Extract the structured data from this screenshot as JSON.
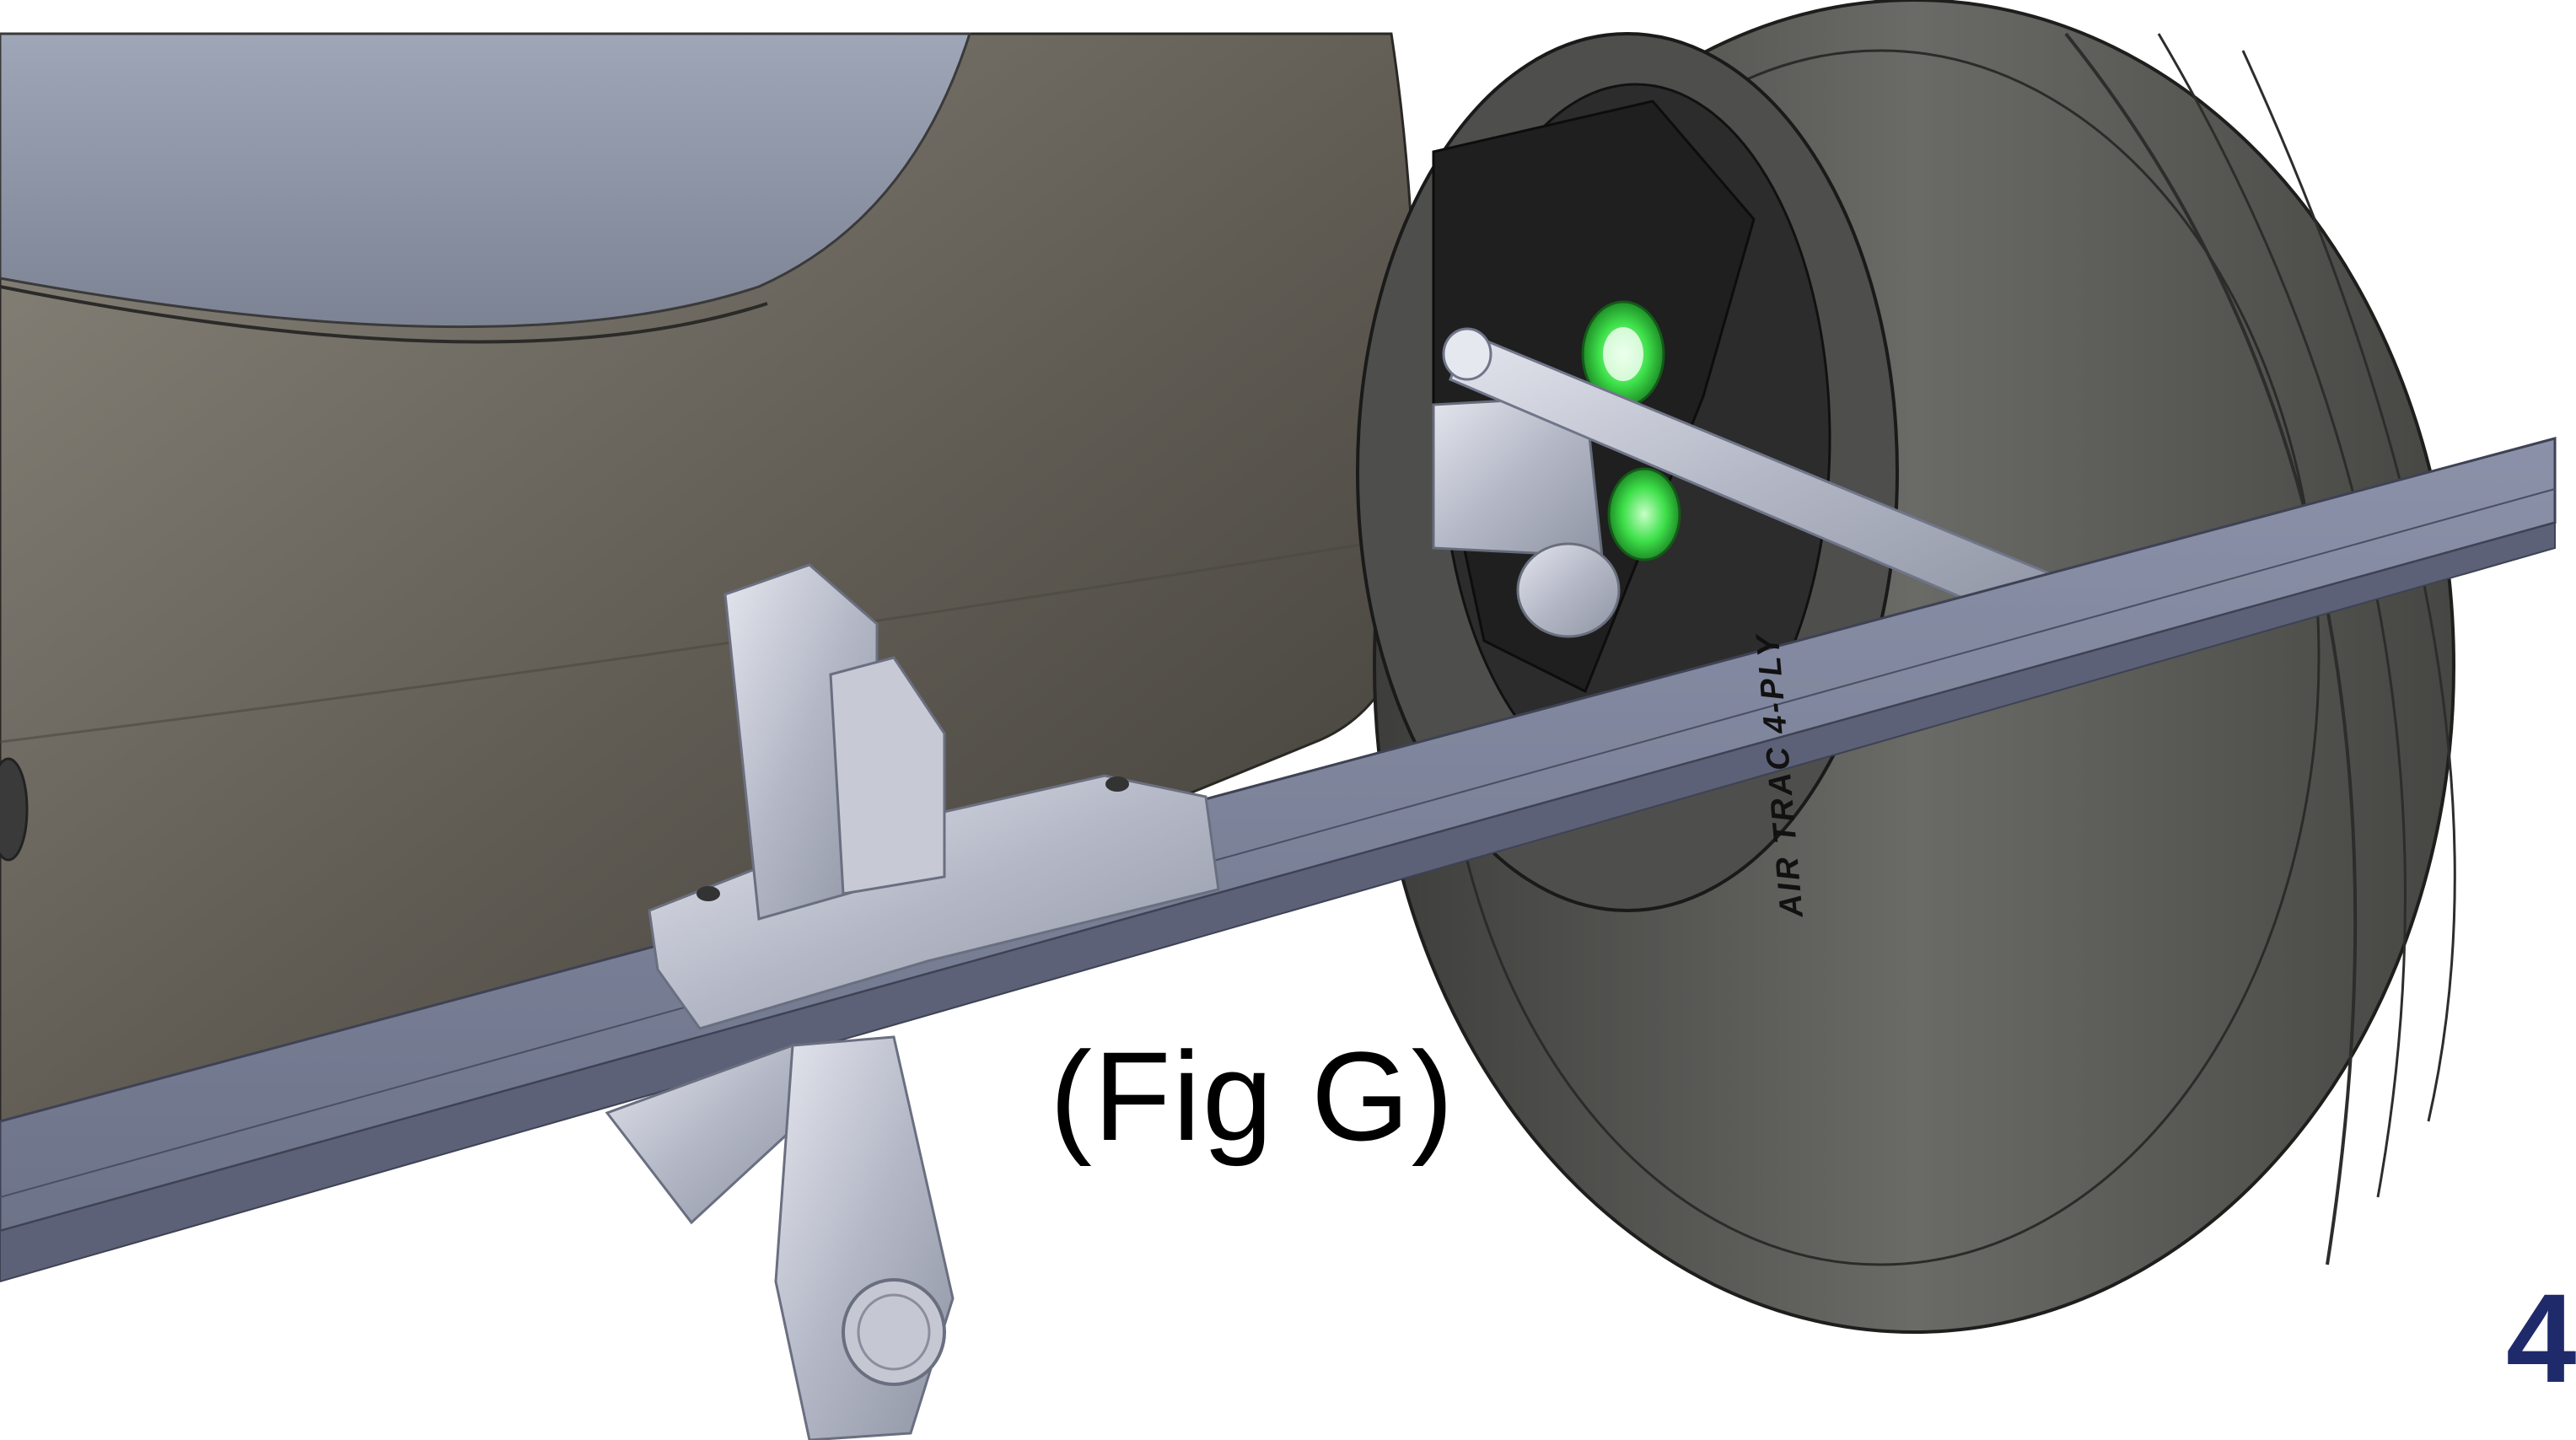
{
  "figure": {
    "label": "(Fig G)",
    "page_number": "4",
    "tire_marking": "AIR TRAC 4-PLY"
  },
  "colors": {
    "background": "#ffffff",
    "wheel_pant": "#6b675e",
    "tire": "#5a5a57",
    "hub": "#2a2a2a",
    "strut": "#b9bdc9",
    "axle": "#c8ccd8",
    "bolt_highlight": "#3ee04a",
    "page_number": "#1f2a6b"
  },
  "components": [
    {
      "name": "Wheel pant"
    },
    {
      "name": "Tire"
    },
    {
      "name": "Wheel hub"
    },
    {
      "name": "Axle"
    },
    {
      "name": "Cross bar"
    },
    {
      "name": "Mounting bracket"
    },
    {
      "name": "Tow bar"
    }
  ]
}
